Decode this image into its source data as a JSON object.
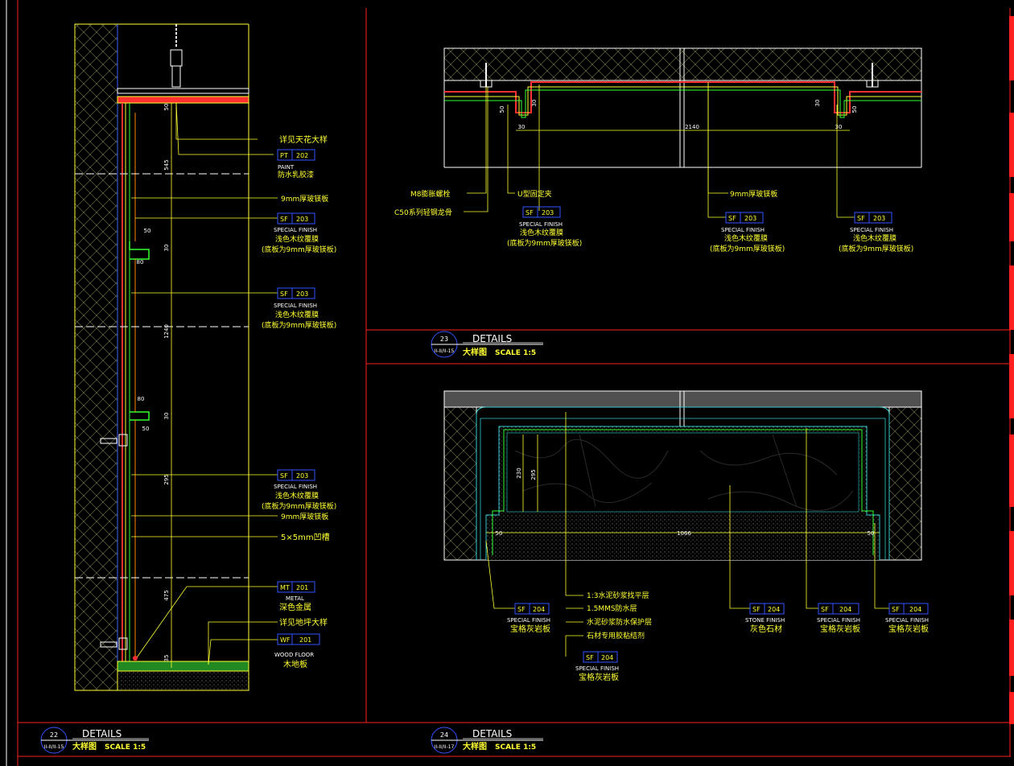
{
  "colors": {
    "background": "#000000",
    "frame_red": "#ff2020",
    "line_yellow": "#ffff33",
    "line_white": "#ffffff",
    "line_green": "#33ff33",
    "line_cyan": "#33cccc",
    "line_blue": "#4060ff",
    "tag_box": "#3355ff",
    "hatch": "#8a8a60",
    "fill_red": "#ff3030",
    "stone_grey": "#606060"
  },
  "detail22": {
    "number": "22",
    "ref": "II-II/II-15",
    "header": "DETAILS",
    "title": "大样图",
    "scale": "SCALE 1:5",
    "dims": [
      "50",
      "545",
      "30",
      "50",
      "80",
      "1240",
      "80",
      "30",
      "50",
      "295",
      "475",
      "35"
    ],
    "callouts": {
      "ceiling_ref": "详见天花大样",
      "paint_tag": {
        "code": "PT",
        "num": "202",
        "type": "PAINT",
        "name": "防水乳胶漆"
      },
      "board_a": "9mm厚玻镁板",
      "sf1": {
        "code": "SF",
        "num": "203",
        "type": "SPECIAL FINISH",
        "name": "浅色木纹覆膜",
        "sub": "(底板为9mm厚玻镁板)"
      },
      "sf2": {
        "code": "SF",
        "num": "203",
        "type": "SPECIAL FINISH",
        "name": "浅色木纹覆膜",
        "sub": "(底板为9mm厚玻镁板)"
      },
      "sf3": {
        "code": "SF",
        "num": "203",
        "type": "SPECIAL FINISH",
        "name": "浅色木纹覆膜",
        "sub": "(底板为9mm厚玻镁板)"
      },
      "board_b": "9mm厚玻镁板",
      "groove": "5×5mm凹槽",
      "mt_tag": {
        "code": "MT",
        "num": "201",
        "type": "METAL",
        "name": "深色金属"
      },
      "floor_ref": "详见地坪大样",
      "wf_tag": {
        "code": "WF",
        "num": "201",
        "type": "WOOD FLOOR",
        "name": "木地板"
      }
    }
  },
  "detail23": {
    "number": "23",
    "ref": "II-II/II-15",
    "header": "DETAILS",
    "title": "大样图",
    "scale": "SCALE 1:5",
    "dims": [
      "50",
      "30",
      "30",
      "2140",
      "30",
      "30",
      "50"
    ],
    "callouts": {
      "bolt": "M8膨胀螺栓",
      "keel": "C50系列轻钢龙骨",
      "clip": "U型固定夹",
      "board": "9mm厚玻镁板",
      "sf_a": {
        "code": "SF",
        "num": "203",
        "type": "SPECIAL FINISH",
        "name": "浅色木纹覆膜",
        "sub": "(底板为9mm厚玻镁板)"
      },
      "sf_b": {
        "code": "SF",
        "num": "203",
        "type": "SPECIAL FINISH",
        "name": "浅色木纹覆膜",
        "sub": "(底板为9mm厚玻镁板)"
      },
      "sf_c": {
        "code": "SF",
        "num": "203",
        "type": "SPECIAL FINISH",
        "name": "浅色木纹覆膜",
        "sub": "(底板为9mm厚玻镁板)"
      }
    }
  },
  "detail24": {
    "number": "24",
    "ref": "II-II/II-17",
    "header": "DETAILS",
    "title": "大样图",
    "scale": "SCALE 1:5",
    "dims": [
      "230",
      "295",
      "50",
      "1066",
      "50"
    ],
    "callouts": {
      "layers": [
        "1:3水泥砂浆找平层",
        "1.5MMS防水层",
        "水泥砂浆防水保护层",
        "石材专用胶粘结剂"
      ],
      "sf_left": {
        "code": "SF",
        "num": "204",
        "type": "SPECIAL FINISH",
        "name": "宝格灰岩板"
      },
      "sf_bottom": {
        "code": "SF",
        "num": "204",
        "type": "SPECIAL FINISH",
        "name": "宝格灰岩板"
      },
      "stone": {
        "code": "SF",
        "num": "204",
        "type": "STONE FINISH",
        "name": "灰色石材"
      },
      "sf_mid": {
        "code": "SF",
        "num": "204",
        "type": "SPECIAL FINISH",
        "name": "宝格灰岩板"
      },
      "sf_right": {
        "code": "SF",
        "num": "204",
        "type": "SPECIAL FINISH",
        "name": "宝格灰岩板"
      }
    }
  }
}
